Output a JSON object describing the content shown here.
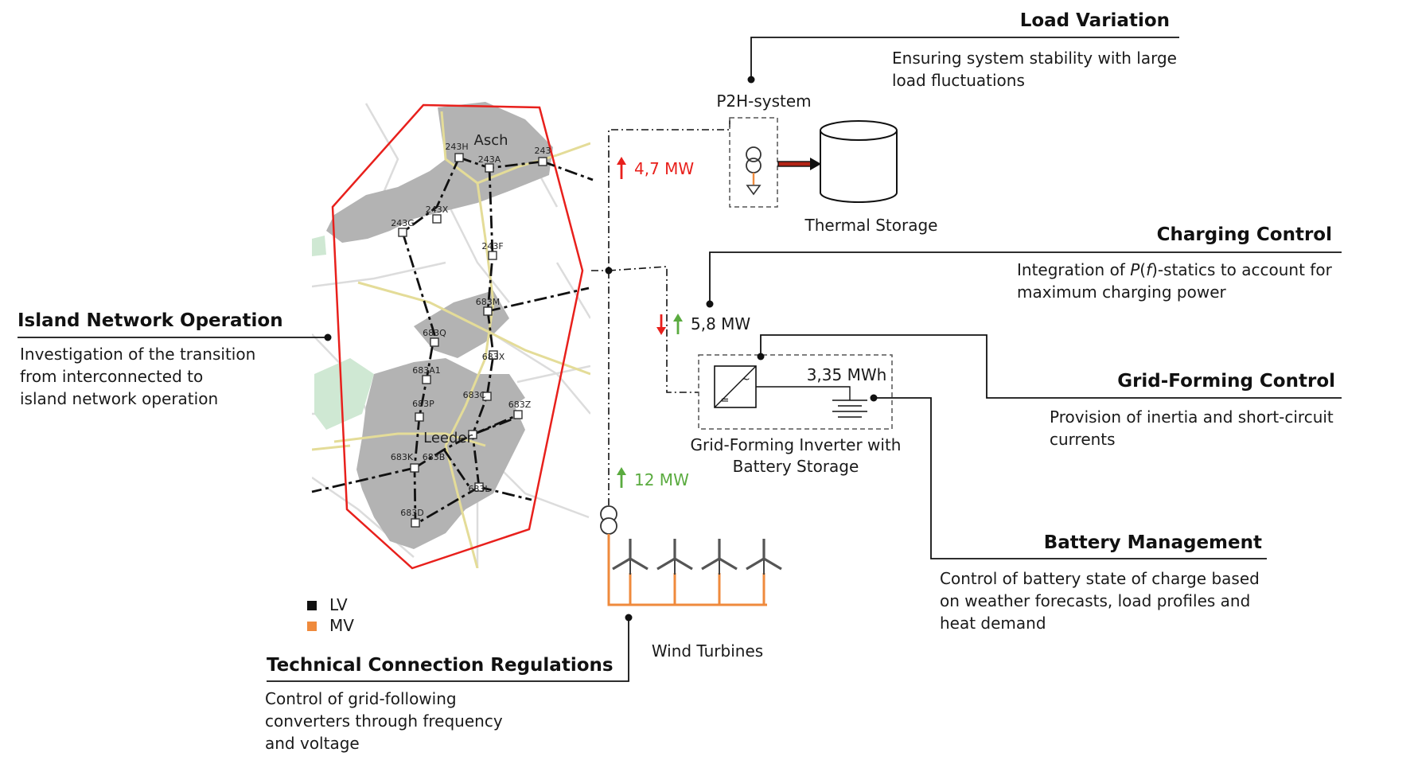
{
  "sections": {
    "load_variation": {
      "title": "Load Variation",
      "lines": [
        "Ensuring system stability with large",
        "load fluctuations"
      ]
    },
    "charging_control": {
      "title": "Charging Control",
      "line1_pre": "Integration of ",
      "line1_p": "P",
      "line1_mid": "(",
      "line1_f": "f",
      "line1_post": ")-statics to account for",
      "line2": "maximum charging power"
    },
    "grid_forming": {
      "title": "Grid-Forming Control",
      "lines": [
        "Provision of inertia and short-circuit",
        "currents"
      ]
    },
    "battery_mgmt": {
      "title": "Battery Management",
      "lines": [
        "Control of battery state of charge based",
        "on weather forecasts, load profiles and",
        "heat demand"
      ]
    },
    "island": {
      "title": "Island Network Operation",
      "lines": [
        "Investigation of the transition",
        "from interconnected to",
        "island network operation"
      ]
    },
    "tech_conn": {
      "title": "Technical Connection Regulations",
      "lines": [
        "Control of grid-following",
        "converters through frequency",
        "and voltage"
      ]
    }
  },
  "components": {
    "p2h": "P2H-system",
    "thermal": "Thermal Storage",
    "inverter": [
      "Grid-Forming Inverter with",
      "Battery Storage"
    ],
    "battery_capacity": "3,35 MWh",
    "wind": "Wind Turbines"
  },
  "flows": {
    "p2h": "4,7 MW",
    "inverter": "5,8 MW",
    "wind": "12 MW"
  },
  "legend": {
    "lv": "LV",
    "mv": "MV"
  },
  "map": {
    "towns": [
      "Asch",
      "Leeder"
    ],
    "nodes": [
      "243H",
      "243A",
      "243",
      "243X",
      "243G",
      "243F",
      "683M",
      "683Q",
      "683X",
      "683A1",
      "683C",
      "683Z",
      "683P",
      "683K",
      "683B",
      "683L",
      "683D"
    ]
  },
  "colors": {
    "red": "#e8201c",
    "green": "#5aab3f",
    "orange": "#ef8a3c",
    "black": "#111111",
    "grey": "#b3b3b3"
  }
}
